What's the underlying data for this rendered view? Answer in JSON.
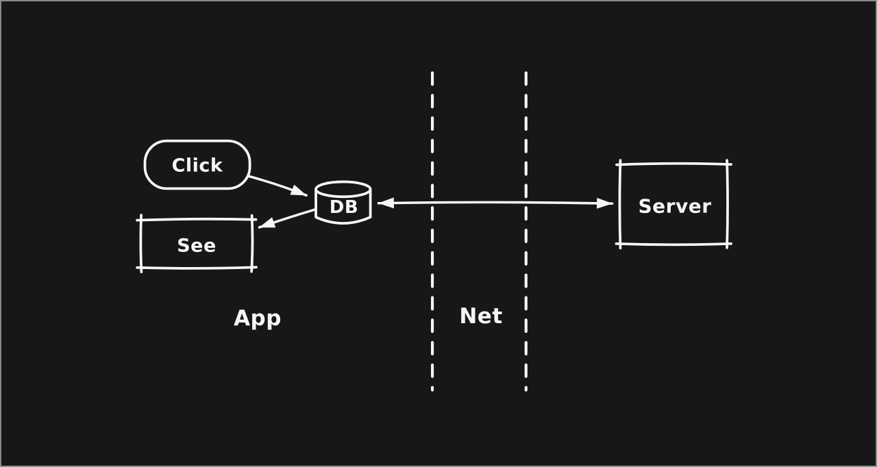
{
  "canvas": {
    "background_color": "#17171a",
    "stroke_color": "#f5f5f5",
    "frame_border_color": "#8a8a8a"
  },
  "nodes": [
    {
      "id": "click",
      "label": "Click",
      "shape": "pill"
    },
    {
      "id": "see",
      "label": "See",
      "shape": "rectangle"
    },
    {
      "id": "db",
      "label": "DB",
      "shape": "database-cylinder"
    },
    {
      "id": "server",
      "label": "Server",
      "shape": "rectangle"
    }
  ],
  "zones": [
    {
      "id": "app",
      "label": "App"
    },
    {
      "id": "net",
      "label": "Net"
    }
  ],
  "connectors": [
    {
      "from": "Click",
      "to": "DB",
      "type": "arrow"
    },
    {
      "from": "DB",
      "to": "See",
      "type": "arrow"
    },
    {
      "from": "DB",
      "to": "Server",
      "type": "double-arrow"
    }
  ]
}
